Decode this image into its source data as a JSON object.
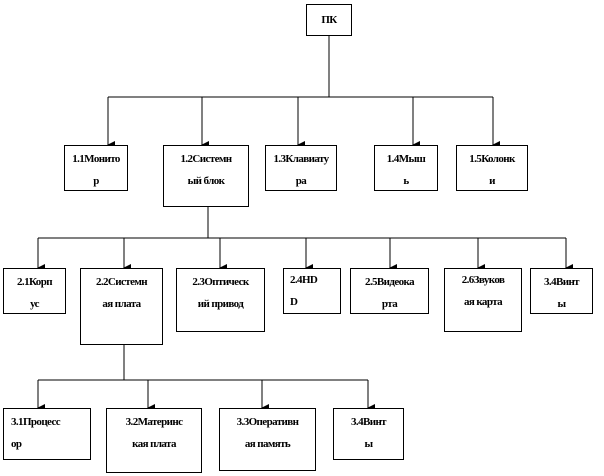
{
  "root": {
    "label": "ПК"
  },
  "level1": [
    {
      "line1": "1.1Монито",
      "line2": "р"
    },
    {
      "line1": "1.2Системн",
      "line2": "ый блок"
    },
    {
      "line1": "1.3Клавиату",
      "line2": "ра"
    },
    {
      "line1": "1.4Мыш",
      "line2": "ь"
    },
    {
      "line1": "1.5Колонк",
      "line2": "и"
    }
  ],
  "level2": [
    {
      "line1": "2.1Корп",
      "line2": "ус"
    },
    {
      "line1": "2.2Системн",
      "line2": "ая плата"
    },
    {
      "line1": "2.3Оптическ",
      "line2": "ий привод"
    },
    {
      "line1": "2.4HD",
      "line2": "D"
    },
    {
      "line1": "2.5Видеока",
      "line2": "рта"
    },
    {
      "line1": "2.6Звуков",
      "line2": "ая карта"
    },
    {
      "line1": "3.4Винт",
      "line2": "ы"
    }
  ],
  "level3": [
    {
      "line1": "3.1Процесс",
      "line2": "ор"
    },
    {
      "line1": "3.2Материнс",
      "line2": "кая плата"
    },
    {
      "line1": "3.3Оперативн",
      "line2": "ая память"
    },
    {
      "line1": "3.4Винт",
      "line2": "ы"
    }
  ]
}
